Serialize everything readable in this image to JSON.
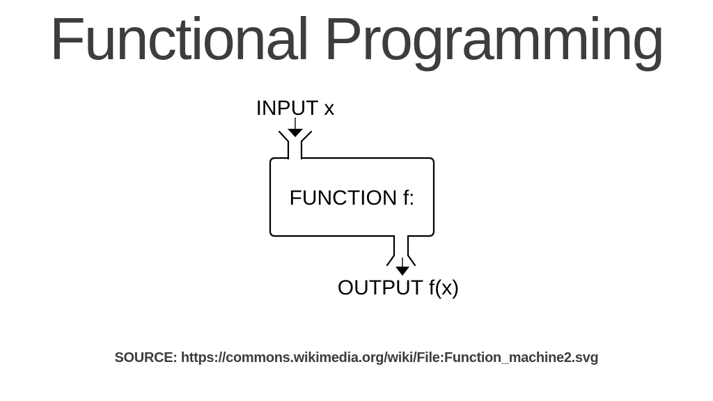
{
  "slide": {
    "title": "Functional Programming",
    "source": "SOURCE: https://commons.wikimedia.org/wiki/File:Function_machine2.svg"
  },
  "diagram": {
    "input_label": "INPUT x",
    "function_label": "FUNCTION f:",
    "output_label": "OUTPUT f(x)"
  },
  "colors": {
    "background": "#ffffff",
    "heading_text": "#3d3d3d",
    "source_text": "#3d3d3d",
    "diagram_stroke": "#000000",
    "diagram_text": "#000000"
  }
}
